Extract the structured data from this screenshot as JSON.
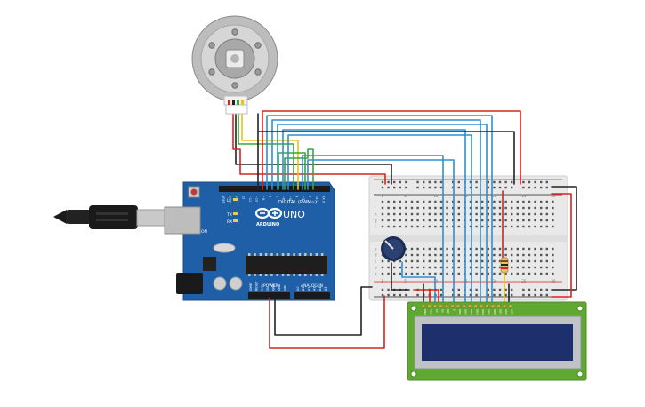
{
  "arduino": {
    "logo_text": "ARDUINO",
    "model": "UNO",
    "digital_header_label": "DIGITAL (PWM~)",
    "power_label": "POWER",
    "analog_label": "ANALOG IN",
    "tx_label": "TX",
    "rx_label": "RX",
    "l_label": "L",
    "on_label": "ON",
    "pin_labels_digital": [
      "AREF",
      "GND",
      "13",
      "12",
      "~11",
      "~10",
      "~9",
      "8",
      "7",
      "~6",
      "~5",
      "4",
      "~3",
      "2",
      "TX 1",
      "RX 0"
    ],
    "pin_labels_power": [
      "IOREF",
      "RESET",
      "3.3V",
      "5V",
      "GND",
      "GND",
      "VIN"
    ],
    "pin_labels_analog": [
      "A0",
      "A1",
      "A2",
      "A3",
      "A4",
      "A5"
    ],
    "board_color": "#1f5fa8"
  },
  "breadboard": {
    "row_numbers": [
      "1",
      "5",
      "10",
      "15",
      "20",
      "25",
      "30"
    ],
    "row_letters_top": [
      "j",
      "i",
      "h",
      "g",
      "f"
    ],
    "row_letters_bottom": [
      "e",
      "d",
      "c",
      "b",
      "a"
    ],
    "rail_colors": {
      "positive": "#d9231f",
      "negative": "#222222"
    }
  },
  "lcd": {
    "pin_labels": [
      "GND",
      "VCC",
      "V0",
      "RS",
      "RW",
      "E",
      "DB0",
      "DB1",
      "DB2",
      "DB3",
      "DB4",
      "DB5",
      "DB6",
      "DB7",
      "LED",
      "LED"
    ],
    "pcb_color": "#5fa832",
    "screen_color": "#1e2f6e"
  },
  "wire_colors": {
    "red": "#d9231f",
    "black": "#222222",
    "blue": "#2f8fd1",
    "green": "#3aa53a",
    "yellow": "#e8c21a"
  }
}
